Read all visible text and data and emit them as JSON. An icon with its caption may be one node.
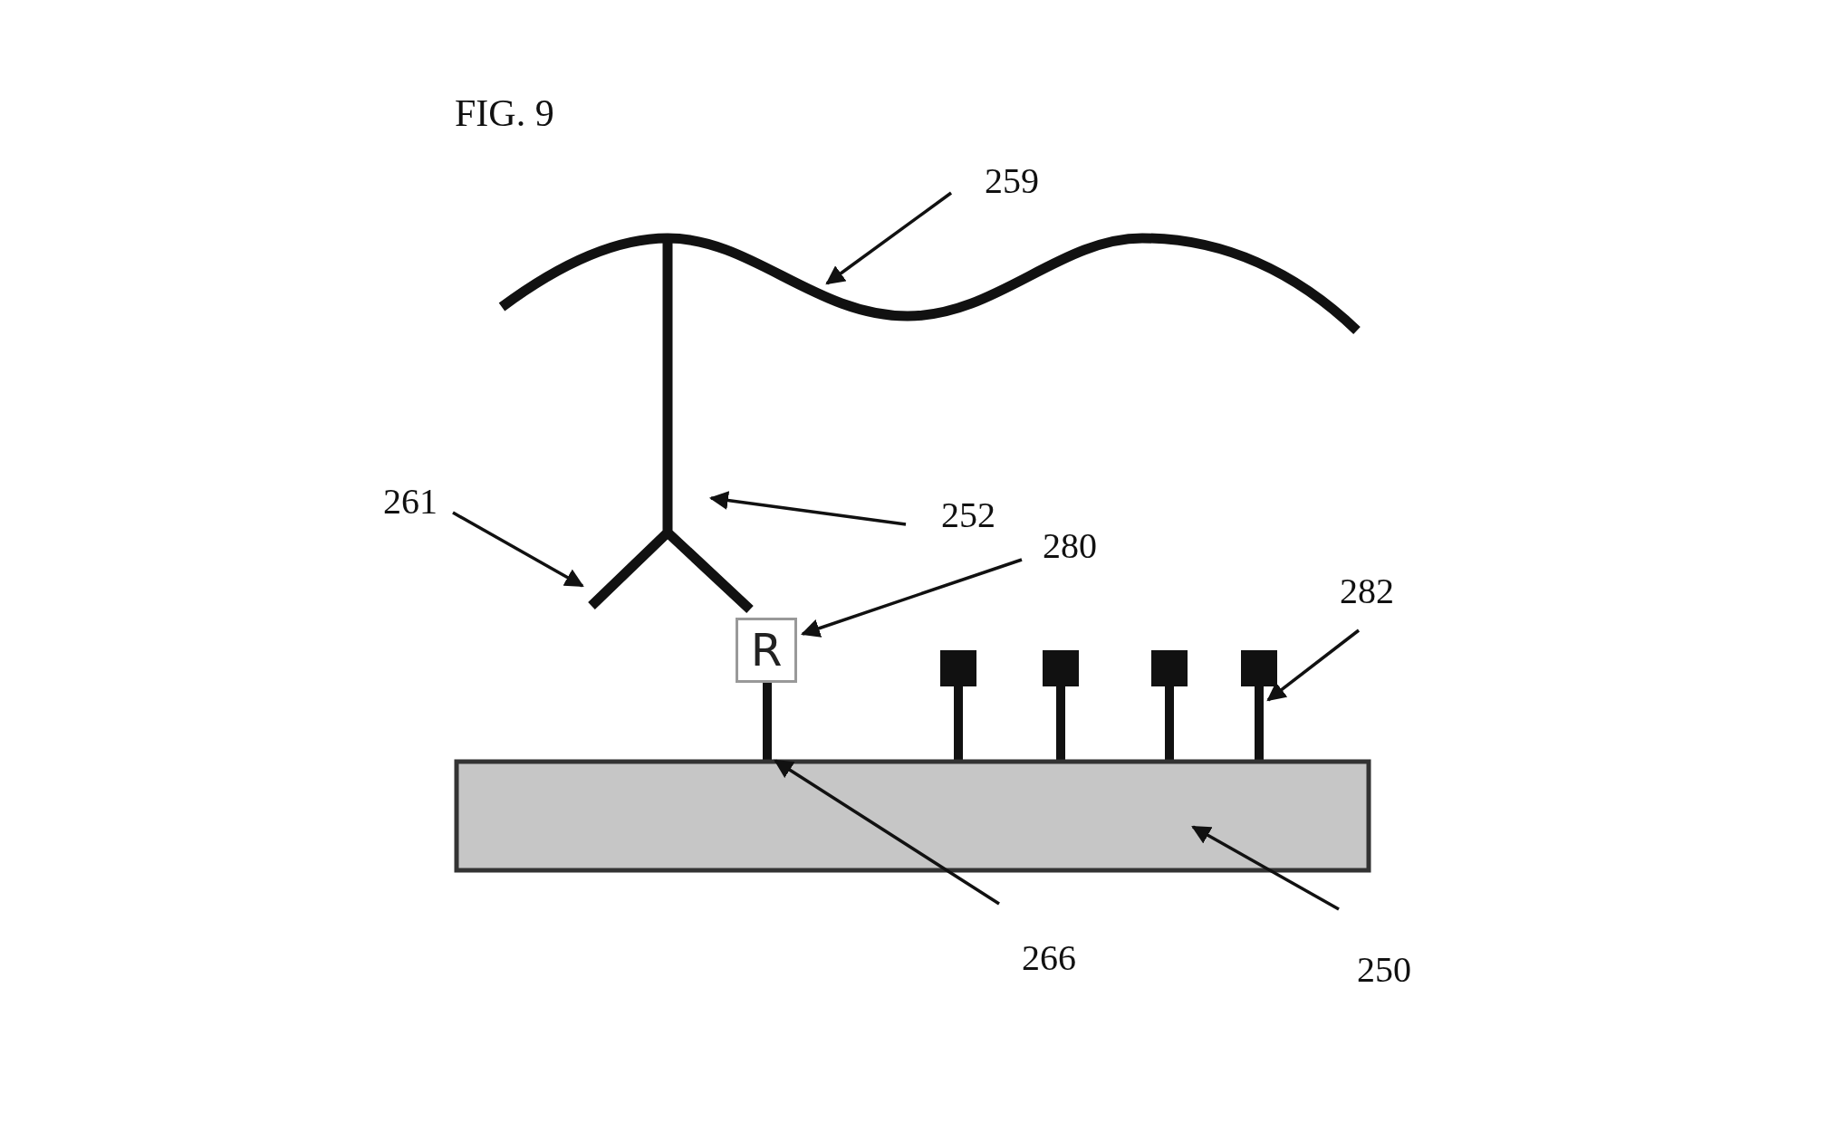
{
  "diagram": {
    "title": "FIG. 9",
    "nodes": [
      {
        "text": [
          "259"
        ]
      },
      {
        "text": [],
        "shape": "curve"
      },
      {
        "text": [
          "261"
        ]
      },
      {
        "text": [
          "252"
        ]
      },
      {
        "text": [],
        "shape": "antibody"
      },
      {
        "text": [
          "280"
        ]
      },
      {
        "text": [
          "R"
        ]
      },
      {
        "text": [
          "282"
        ]
      },
      {
        "text": [],
        "shape": "box"
      },
      {
        "text": [],
        "shape": "box"
      },
      {
        "text": [],
        "shape": "box"
      },
      {
        "text": [],
        "shape": "box"
      },
      {
        "text": [],
        "shape": "bar"
      },
      {
        "text": [
          "266"
        ]
      },
      {
        "text": [],
        "shape": "box"
      },
      {
        "text": [
          "250"
        ]
      }
    ],
    "edges": [
      {
        "from": 0,
        "to": 1,
        "arrow": "to"
      },
      {
        "from": 2,
        "to": 4,
        "arrow": "to"
      },
      {
        "from": 3,
        "to": 4,
        "arrow": "to"
      },
      {
        "from": 5,
        "to": 6,
        "arrow": "to"
      },
      {
        "from": 7,
        "to": 11,
        "arrow": "to"
      },
      {
        "from": 13,
        "to": 12,
        "arrow": "to"
      },
      {
        "from": 15,
        "to": 14,
        "arrow": "to"
      }
    ]
  }
}
